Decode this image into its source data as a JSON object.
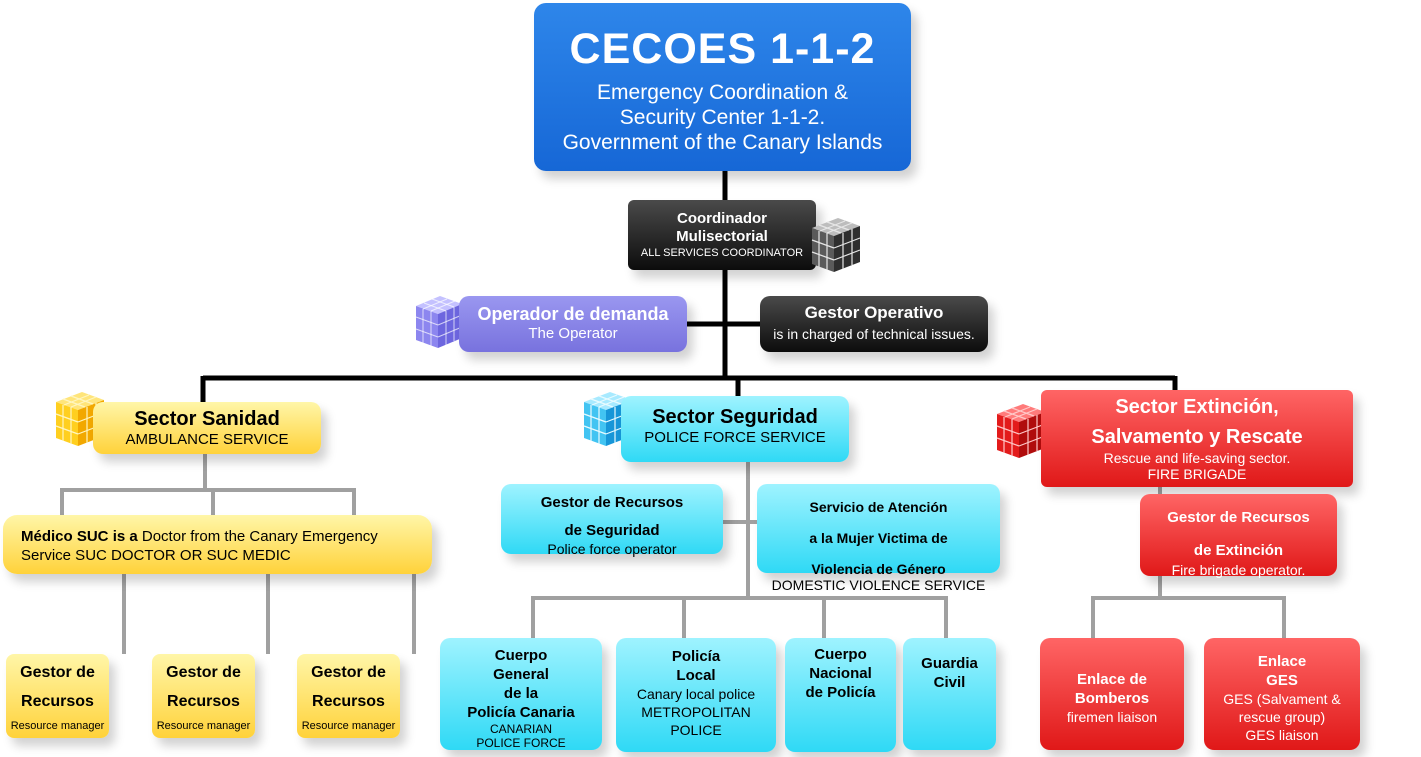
{
  "top": {
    "title": "CECOES 1-1-2",
    "line1": "Emergency Coordination &",
    "line2": "Security Center 1-1-2.",
    "line3": "Government of the Canary Islands"
  },
  "coordinator": {
    "line1": "Coordinador",
    "line2": "Mulisectorial",
    "sub": "ALL SERVICES COORDINATOR"
  },
  "operator": {
    "title": "Operador de demanda",
    "sub": "The Operator"
  },
  "gestor_operativo": {
    "title": "Gestor Operativo",
    "sub": "is in charged of technical issues."
  },
  "sanidad": {
    "title": "Sector Sanidad",
    "sub": "AMBULANCE SERVICE",
    "medico_bold1": "Médico SUC",
    "medico_bold2": "is a",
    "medico_rest": " Doctor from the Canary Emergency",
    "medico_line2": "Service  SUC DOCTOR OR SUC MEDIC",
    "resource_managers": [
      {
        "line1": "Gestor de",
        "line2": "Recursos",
        "sub": "Resource manager"
      },
      {
        "line1": "Gestor de",
        "line2": "Recursos",
        "sub": "Resource manager"
      },
      {
        "line1": "Gestor de",
        "line2": "Recursos",
        "sub": "Resource manager"
      }
    ]
  },
  "seguridad": {
    "title": "Sector Seguridad",
    "sub": "POLICE FORCE SERVICE",
    "gestor": {
      "line1": "Gestor de Recursos",
      "line2": "de Seguridad",
      "sub": "Police force operator"
    },
    "servicio": {
      "line1": "Servicio de Atención",
      "line2": "a la Mujer Victima de",
      "line3": "Violencia de Género",
      "sub": "DOMESTIC VIOLENCE SERVICE"
    },
    "cuerpo_general": {
      "line1": "Cuerpo",
      "line2": "General",
      "line3": "de la",
      "line4": "Policía Canaria",
      "sub1": "CANARIAN",
      "sub2": "POLICE FORCE"
    },
    "policia_local": {
      "line1": "Policía",
      "line2": "Local",
      "sub1": "Canary local police",
      "sub2": "METROPOLITAN",
      "sub3": "POLICE"
    },
    "cuerpo_nacional": {
      "line1": "Cuerpo",
      "line2": "Nacional",
      "line3": "de Policía"
    },
    "guardia_civil": {
      "line1": "Guardia",
      "line2": "Civil"
    }
  },
  "extincion": {
    "line1": "Sector Extinción,",
    "line2": "Salvamento y Rescate",
    "sub1": "Rescue and life-saving sector.",
    "sub2": "FIRE BRIGADE",
    "gestor": {
      "line1": "Gestor de Recursos",
      "line2": "de Extinción",
      "sub": "Fire brigade operator."
    },
    "bomberos": {
      "line1": "Enlace de",
      "line2": "Bomberos",
      "sub": "firemen liaison"
    },
    "ges": {
      "line1": "Enlace",
      "line2": "GES",
      "sub1": "GES (Salvament &",
      "sub2": "rescue group)",
      "sub3": "GES liaison"
    }
  },
  "colors": {
    "top_blue": "#1e74e0",
    "dark": "#111111",
    "purple": "#8a86ea",
    "yellow": "#ffd84a",
    "cyan": "#39dcf6",
    "red": "#e82222",
    "line_black": "#000000",
    "line_gray": "#a0a0a0"
  },
  "icons": [
    "gray-cube-icon",
    "purple-cube-icon",
    "yellow-cube-icon",
    "blue-cube-icon",
    "red-cube-icon"
  ]
}
